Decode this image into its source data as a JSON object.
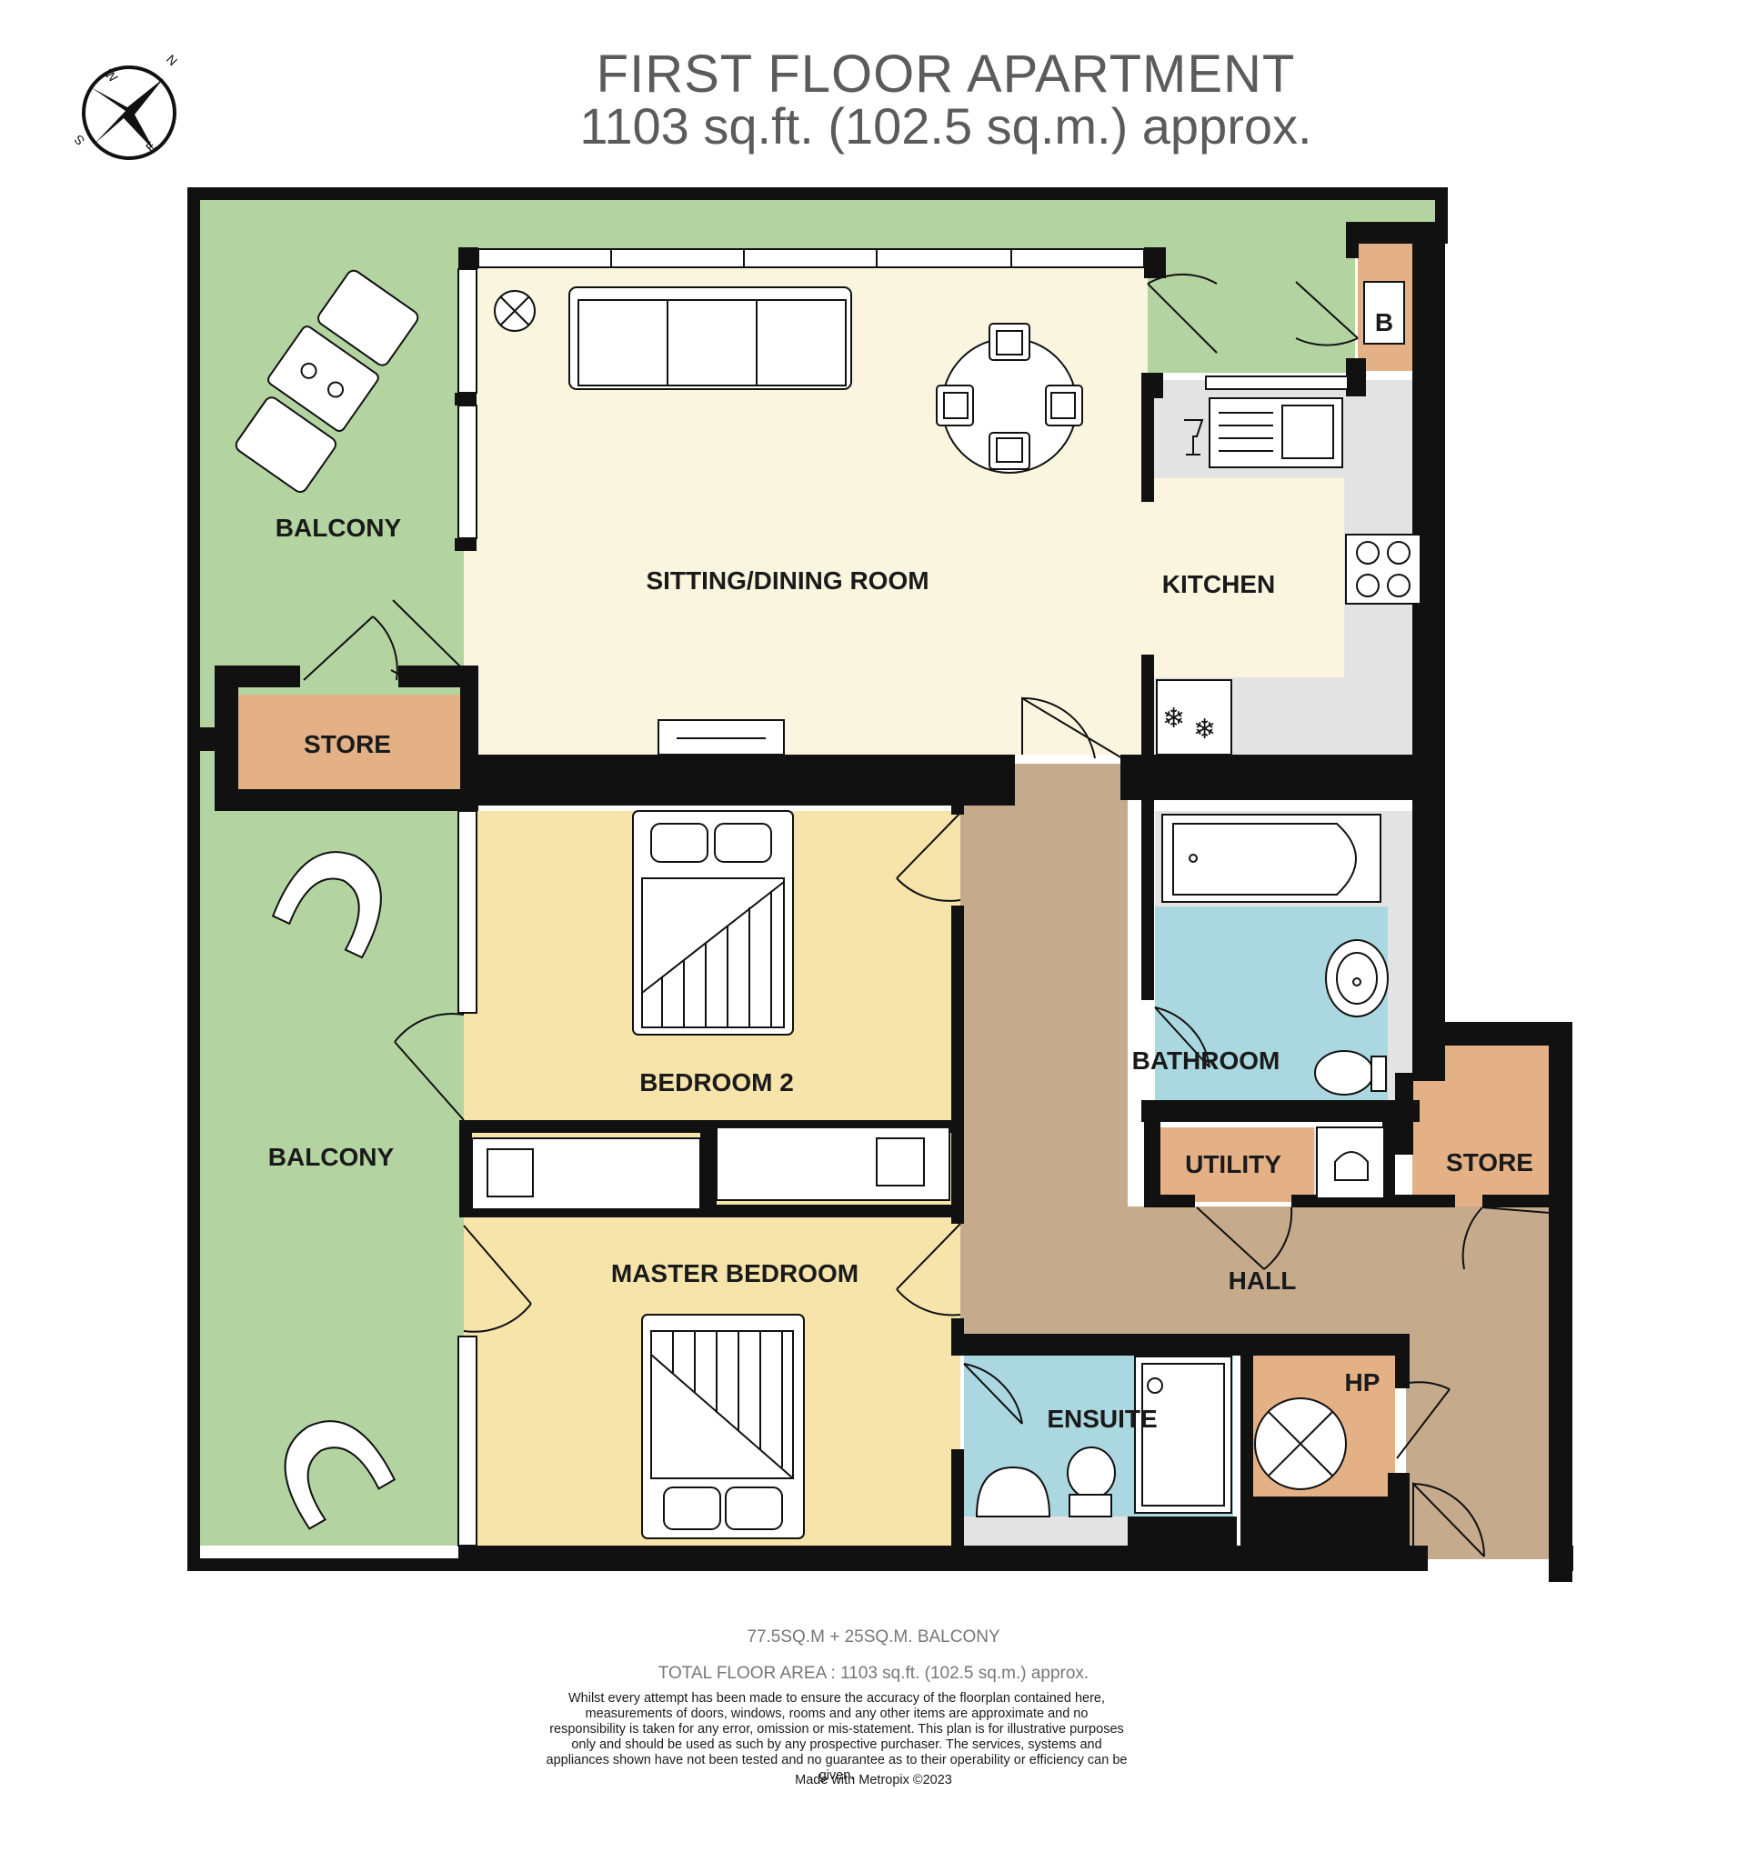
{
  "header": {
    "title": "FIRST FLOOR APARTMENT",
    "subtitle": "1103 sq.ft. (102.5 sq.m.) approx."
  },
  "compass": {
    "letters": [
      "N",
      "E",
      "S",
      "W"
    ],
    "icon": "compass-rose-icon"
  },
  "rooms": {
    "balcony_top": "BALCONY",
    "balcony_bottom": "BALCONY",
    "sitting_dining": "SITTING/DINING ROOM",
    "kitchen": "KITCHEN",
    "store_left": "STORE",
    "store_right": "STORE",
    "bedroom2": "BEDROOM 2",
    "bathroom": "BATHROOM",
    "utility": "UTILITY",
    "hall": "HALL",
    "master": "MASTER BEDROOM",
    "ensuite": "ENSUITE",
    "hp": "HP",
    "boiler": "B"
  },
  "colors": {
    "balcony": "#b3d3a1",
    "living": "#f9f5df",
    "bedroom": "#f7e4aa",
    "store": "#e4b187",
    "hall": "#c5ab8c",
    "bath": "#abd8e0",
    "kitchen_counter": "#e3e3e3",
    "wall": "#111111"
  },
  "footer": {
    "areas": "77.5SQ.M + 25SQ.M. BALCONY",
    "total": "TOTAL FLOOR AREA : 1103 sq.ft. (102.5 sq.m.) approx.",
    "disclaimer": "Whilst every attempt has been made to ensure the accuracy of the floorplan contained here, measurements of doors, windows, rooms and any other items are approximate and no responsibility is taken for any error, omission or mis-statement. This plan is for illustrative purposes only and should be used as such by any prospective purchaser. The services, systems and appliances shown have not been tested and no guarantee as to their operability or efficiency can be given.",
    "credit": "Made with Metropix ©2023"
  }
}
